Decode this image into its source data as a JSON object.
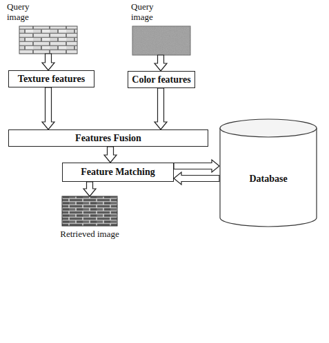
{
  "diagram": {
    "nodes": [
      {
        "text": [
          "Query image"
        ]
      },
      {
        "text": [
          "Query image"
        ]
      },
      {
        "text": [
          "Texture features"
        ]
      },
      {
        "text": [
          "Color features"
        ]
      },
      {
        "text": [
          "Features Fusion"
        ]
      },
      {
        "text": [
          "Feature Matching"
        ]
      },
      {
        "text": [
          "Database"
        ]
      },
      {
        "text": [
          "Retrieved image"
        ]
      }
    ],
    "edges": [
      {
        "from": 0,
        "to": 2,
        "arrow": "to"
      },
      {
        "from": 1,
        "to": 3,
        "arrow": "to"
      },
      {
        "from": 2,
        "to": 4,
        "arrow": "to"
      },
      {
        "from": 3,
        "to": 4,
        "arrow": "to"
      },
      {
        "from": 4,
        "to": 5,
        "arrow": "to"
      },
      {
        "from": 5,
        "to": 6,
        "arrow": "to"
      },
      {
        "from": 6,
        "to": 5,
        "arrow": "to"
      },
      {
        "from": 5,
        "to": 7,
        "arrow": "to"
      }
    ]
  }
}
